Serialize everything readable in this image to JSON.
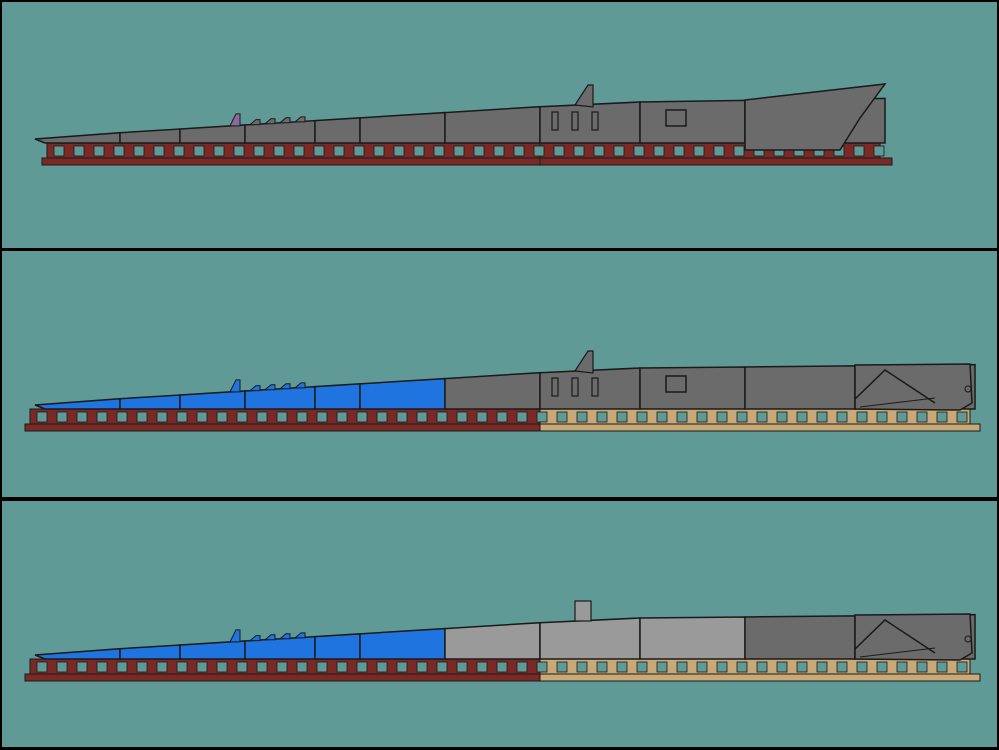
{
  "panels": [
    {
      "id": "panel-1",
      "hull_segments": [
        "gray",
        "gray",
        "gray",
        "gray",
        "gray",
        "gray",
        "gray",
        "gray",
        "gray",
        "gray",
        "gray"
      ],
      "stern_block": false,
      "cradle_right": "maroon",
      "tower": "fin"
    },
    {
      "id": "panel-2",
      "hull_segments": [
        "blue",
        "blue",
        "blue",
        "blue",
        "blue",
        "blue",
        "gray",
        "gray",
        "gray",
        "gray",
        "gray"
      ],
      "stern_block": true,
      "cradle_right": "tan",
      "tower": "fin"
    },
    {
      "id": "panel-3",
      "hull_segments": [
        "blue",
        "blue",
        "blue",
        "blue",
        "blue",
        "blue",
        "lightgray",
        "lightgray",
        "lightgray",
        "gray",
        "gray"
      ],
      "stern_block": true,
      "cradle_right": "tan",
      "tower": "box"
    }
  ],
  "colors": {
    "background": "#5f9a97",
    "cradle_maroon": "#7a2a26",
    "cradle_tan": "#c9a977",
    "hull_gray": "#6b6b6b",
    "hull_lightgray": "#9a9a9a",
    "hull_blue": "#1f74e0",
    "outline": "#1a1a1a"
  }
}
